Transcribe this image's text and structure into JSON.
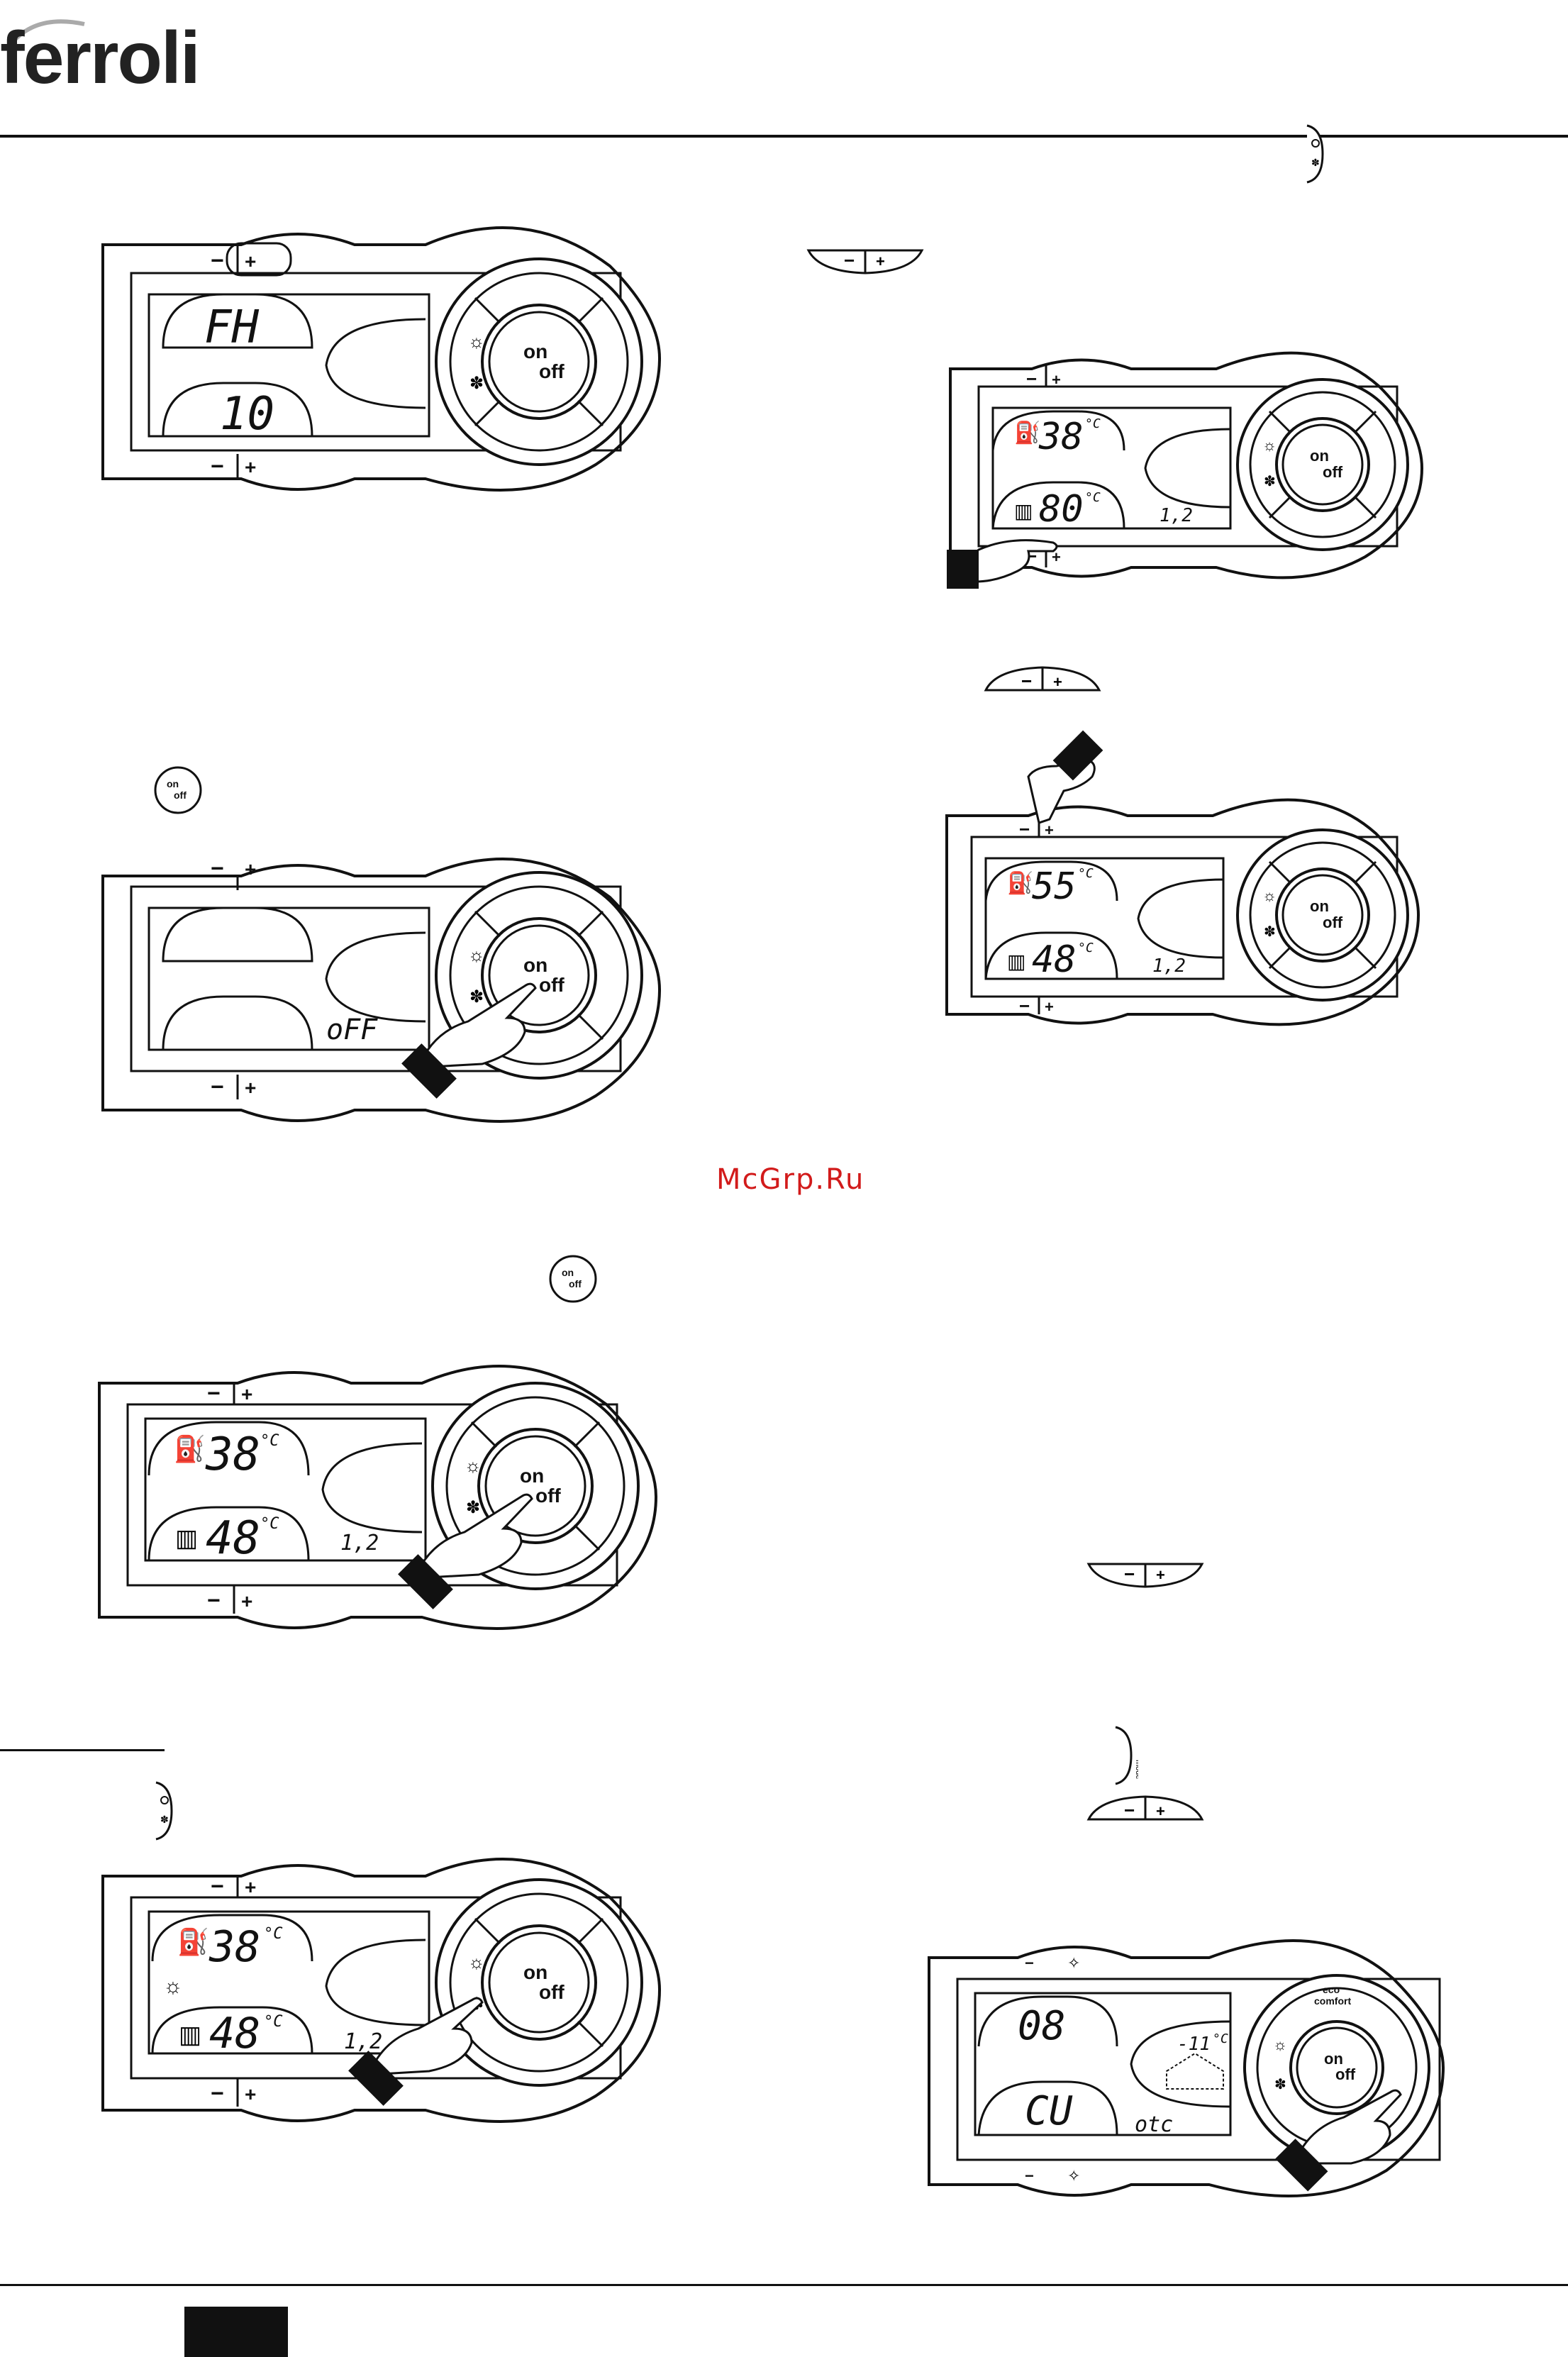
{
  "brand": {
    "name": "ferroli"
  },
  "watermark": "McGrp.Ru",
  "power_button": {
    "on": "on",
    "off": "off"
  },
  "keys": {
    "minus": "−",
    "plus": "+"
  },
  "icons": [
    "sun-icon",
    "snowflake-icon",
    "tap-icon",
    "radiator-icon",
    "hand-pointer-icon",
    "house-icon"
  ],
  "panels": {
    "p1": {
      "top": "FH",
      "bottom": "10"
    },
    "p2": {
      "status": "oFF"
    },
    "p3": {
      "top": "38",
      "top_unit": "°C",
      "bottom": "48",
      "bottom_unit": "°C",
      "pressure": "1,2"
    },
    "p4": {
      "top": "38",
      "top_unit": "°C",
      "bottom": "48",
      "bottom_unit": "°C",
      "pressure": "1,2"
    },
    "p5": {
      "top": "38",
      "top_unit": "°C",
      "bottom": "80",
      "bottom_unit": "°C",
      "pressure": "1,2"
    },
    "p6": {
      "top": "55",
      "top_unit": "°C",
      "bottom": "48",
      "bottom_unit": "°C",
      "pressure": "1,2"
    },
    "p7": {
      "top": "08",
      "bottom": "CU",
      "outside": "-11",
      "outside_unit": "°C",
      "mode": "otc",
      "eco": "eco",
      "comfort": "comfort",
      "mode_key": "mode"
    }
  }
}
